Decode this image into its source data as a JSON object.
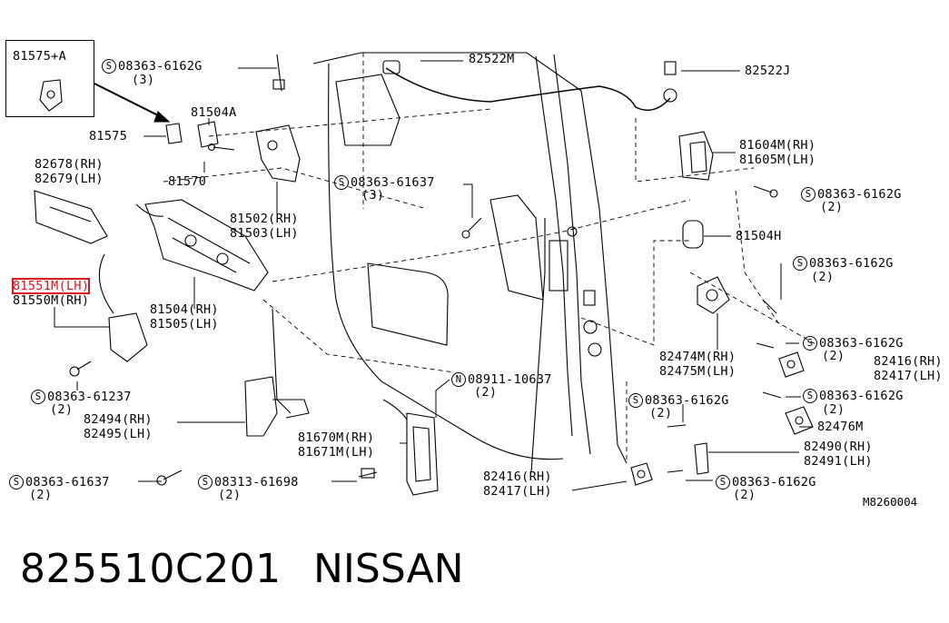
{
  "inset": {
    "label": "81575+A"
  },
  "labels": {
    "l_82522M": "82522M",
    "l_82522J": "82522J",
    "l_bolt1_code": "08363-6162G",
    "l_bolt1_qty": "(3)",
    "l_81504A": "81504A",
    "l_81575": "81575",
    "l_81570": "81570",
    "l_82678": "82678(RH)",
    "l_82679": "82679(LH)",
    "l_81551M": "81551M(LH)",
    "l_81550M": "81550M(RH)",
    "l_81504": "81504(RH)",
    "l_81505": "81505(LH)",
    "l_81502": "81502(RH)",
    "l_81503": "81503(LH)",
    "l_bolt2_code": "08363-61637",
    "l_bolt2_qty": "(3)",
    "l_81604M": "81604M(RH)",
    "l_81605M": "81605M(LH)",
    "l_bolt3_code": "08363-6162G",
    "l_bolt3_qty": "(2)",
    "l_81504H": "81504H",
    "l_bolt4_code": "08363-6162G",
    "l_bolt4_qty": "(2)",
    "l_82474M": "82474M(RH)",
    "l_82475M": "82475M(LH)",
    "l_bolt5_code": "08363-6162G",
    "l_bolt5_qty": "(2)",
    "l_82416a": "82416(RH)",
    "l_82417a": "82417(LH)",
    "l_bolt6_code": "08363-6162G",
    "l_bolt6_qty": "(2)",
    "l_82476M": "82476M",
    "l_bolt7_code": "08363-6162G",
    "l_bolt7_qty": "(2)",
    "l_82490": "82490(RH)",
    "l_82491": "82491(LH)",
    "l_bolt8_code": "08363-6162G",
    "l_bolt8_qty": "(2)",
    "l_82416b": "82416(RH)",
    "l_82417b": "82417(LH)",
    "l_nut_code": "08911-10637",
    "l_nut_qty": "(2)",
    "l_81670M": "81670M(RH)",
    "l_81671M": "81671M(LH)",
    "l_bolt9_code": "08363-61237",
    "l_bolt9_qty": "(2)",
    "l_82494": "82494(RH)",
    "l_82495": "82495(LH)",
    "l_bolt10_code": "08363-61637",
    "l_bolt10_qty": "(2)",
    "l_bolt11_code": "08313-61698",
    "l_bolt11_qty": "(2)"
  },
  "symbols": {
    "screw": "S",
    "nut": "N"
  },
  "ref_code": "M8260004",
  "footer": {
    "part_number": "825510C201",
    "brand": "NISSAN"
  },
  "colors": {
    "highlight": "#e0141e",
    "ink": "#000000"
  },
  "highlighted_part": "81551M(LH)"
}
